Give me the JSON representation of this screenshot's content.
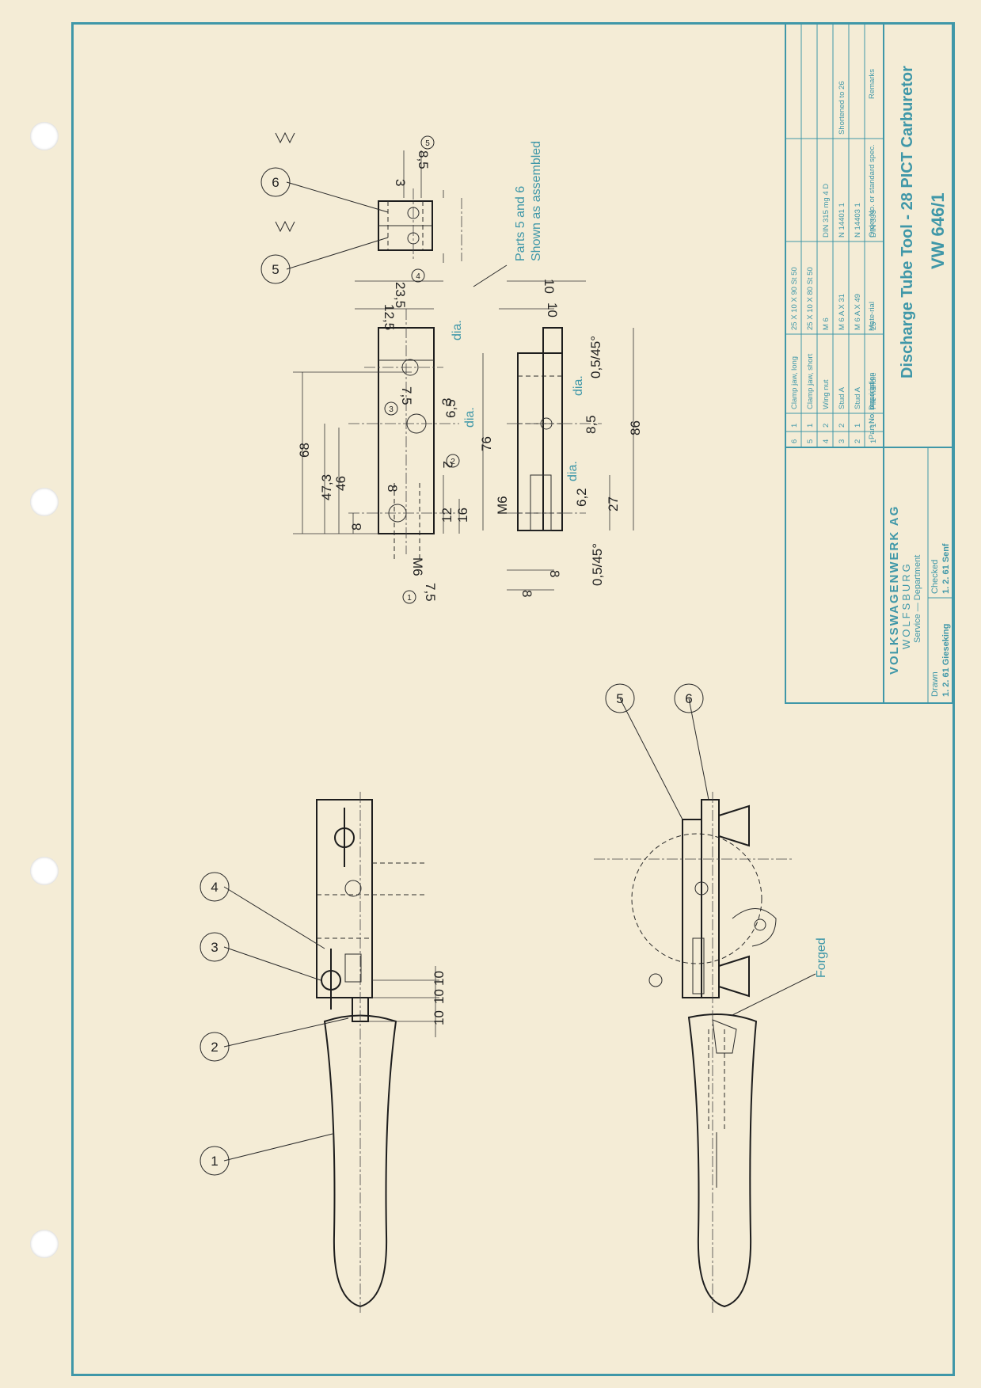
{
  "title_block": {
    "company": "VOLKSWAGENWERK AG",
    "city": "WOLFSBURG",
    "department": "Service — Department",
    "drawn_label": "Drawn",
    "drawn_value": "1. 2. 61 Gieseking",
    "checked_label": "Checked",
    "checked_value": "1. 2. 61 Senf",
    "drawing_title": "Discharge Tube Tool - 28 PICT Carburetor",
    "drawing_number": "VW 646/1",
    "headers": {
      "part_no": "Part No.",
      "no_required": "No. required",
      "description": "Description",
      "material": "Mate-rial",
      "order_no": "Order No. or standard spec.",
      "remarks": "Remarks"
    },
    "parts": [
      {
        "part": "6",
        "qty": "1",
        "description": "Clamp jaw, long",
        "material": "25 X 10 X 90   St 50",
        "order": "",
        "remarks": ""
      },
      {
        "part": "5",
        "qty": "1",
        "description": "Clamp jaw, short",
        "material": "25 X 10 X 80   St 50",
        "order": "",
        "remarks": ""
      },
      {
        "part": "4",
        "qty": "2",
        "description": "Wing nut",
        "material": "M 6",
        "order": "DIN 315 mg 4 D",
        "remarks": ""
      },
      {
        "part": "3",
        "qty": "2",
        "description": "Stud A",
        "material": "M 6 A X 31",
        "order": "N 14401 1",
        "remarks": "Shortened to 26"
      },
      {
        "part": "2",
        "qty": "1",
        "description": "Stud A",
        "material": "M 6 A X 49",
        "order": "N 14403 1",
        "remarks": ""
      },
      {
        "part": "1",
        "qty": "1",
        "description": "File handle",
        "material": "25",
        "order": "DIN 395",
        "remarks": ""
      }
    ]
  },
  "annotations": {
    "parts_note_line1": "Parts 5 and 6",
    "parts_note_line2": "Shown as assembled",
    "forged": "Forged",
    "dia": "dia."
  },
  "balloons": [
    "1",
    "2",
    "3",
    "4",
    "5",
    "6"
  ],
  "small_balloons": [
    "1",
    "2",
    "3",
    "4",
    "5"
  ],
  "dimensions": {
    "top_view": [
      "68",
      "47,3",
      "46",
      "8",
      "12",
      "16",
      "M6",
      "7,5",
      "8",
      "2",
      "6,5",
      "3",
      "7,5",
      "12,5",
      "23,5"
    ],
    "side_view": [
      "76",
      "86",
      "M6",
      "27",
      "6,2",
      "8,5",
      "0,5/45°",
      "0,5/45°",
      "8",
      "8",
      "10",
      "10"
    ],
    "jaw_view": [
      "3",
      "8,5"
    ],
    "assembly": [
      "10",
      "10",
      "10"
    ]
  }
}
